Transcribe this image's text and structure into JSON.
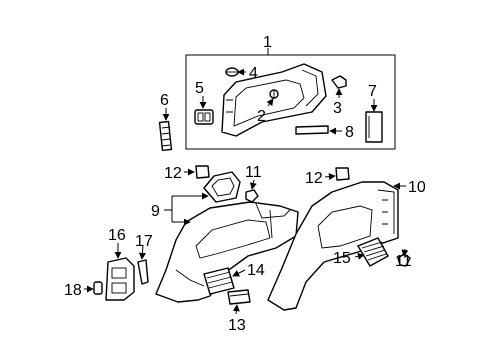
{
  "callouts": {
    "c1": "1",
    "c2": "2",
    "c3": "3",
    "c4": "4",
    "c5": "5",
    "c6": "6",
    "c7": "7",
    "c8": "8",
    "c9": "9",
    "c10": "10",
    "c11a": "11",
    "c11b": "11",
    "c12a": "12",
    "c12b": "12",
    "c13": "13",
    "c14": "14",
    "c15": "15",
    "c16": "16",
    "c17": "17",
    "c18": "18"
  }
}
